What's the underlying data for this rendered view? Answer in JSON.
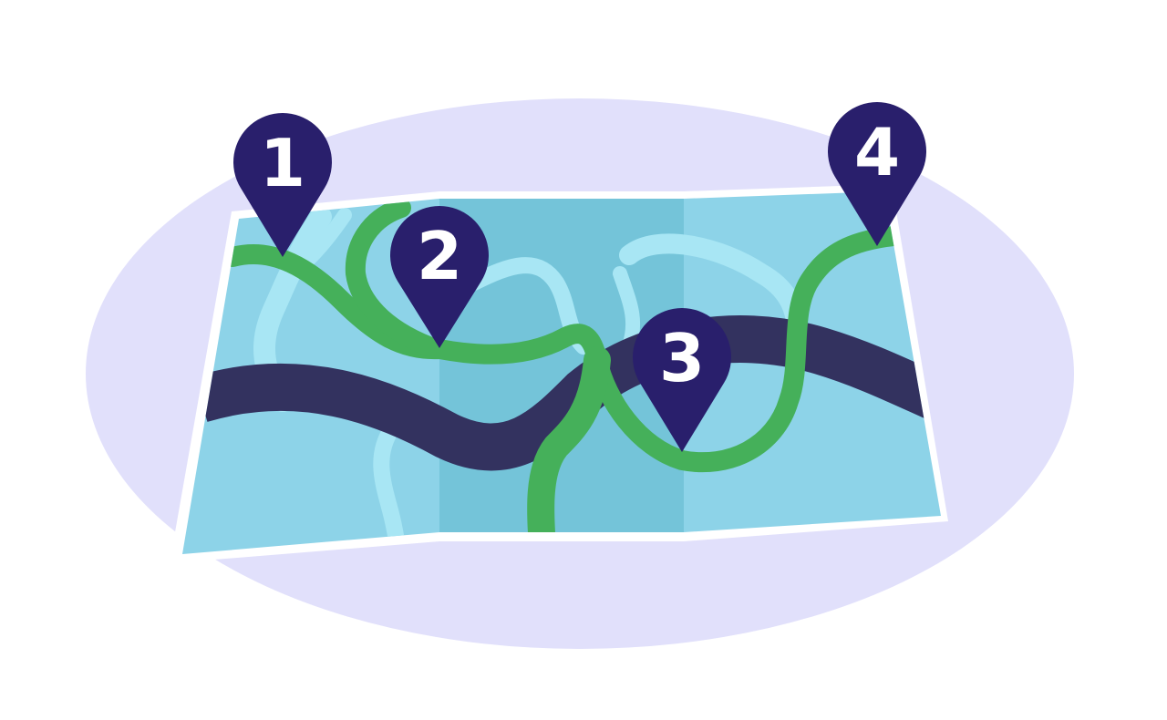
{
  "colors": {
    "background": "#ffffff",
    "ellipse": "#e1e0fb",
    "map_border": "#ffffff",
    "map_panel_light": "#8dd3e8",
    "map_panel_mid": "#74c4d9",
    "map_fold_shade": "#e3e6ec",
    "water": "#a8e6f4",
    "road": "#45b05a",
    "highway": "#33325f",
    "pin": "#291f6c",
    "pin_text": "#ffffff"
  },
  "icons": {
    "background": "ellipse-backdrop",
    "map": "folded-map-icon",
    "pin": "map-marker-icon"
  },
  "pins": [
    {
      "label": "1"
    },
    {
      "label": "2"
    },
    {
      "label": "3"
    },
    {
      "label": "4"
    }
  ]
}
